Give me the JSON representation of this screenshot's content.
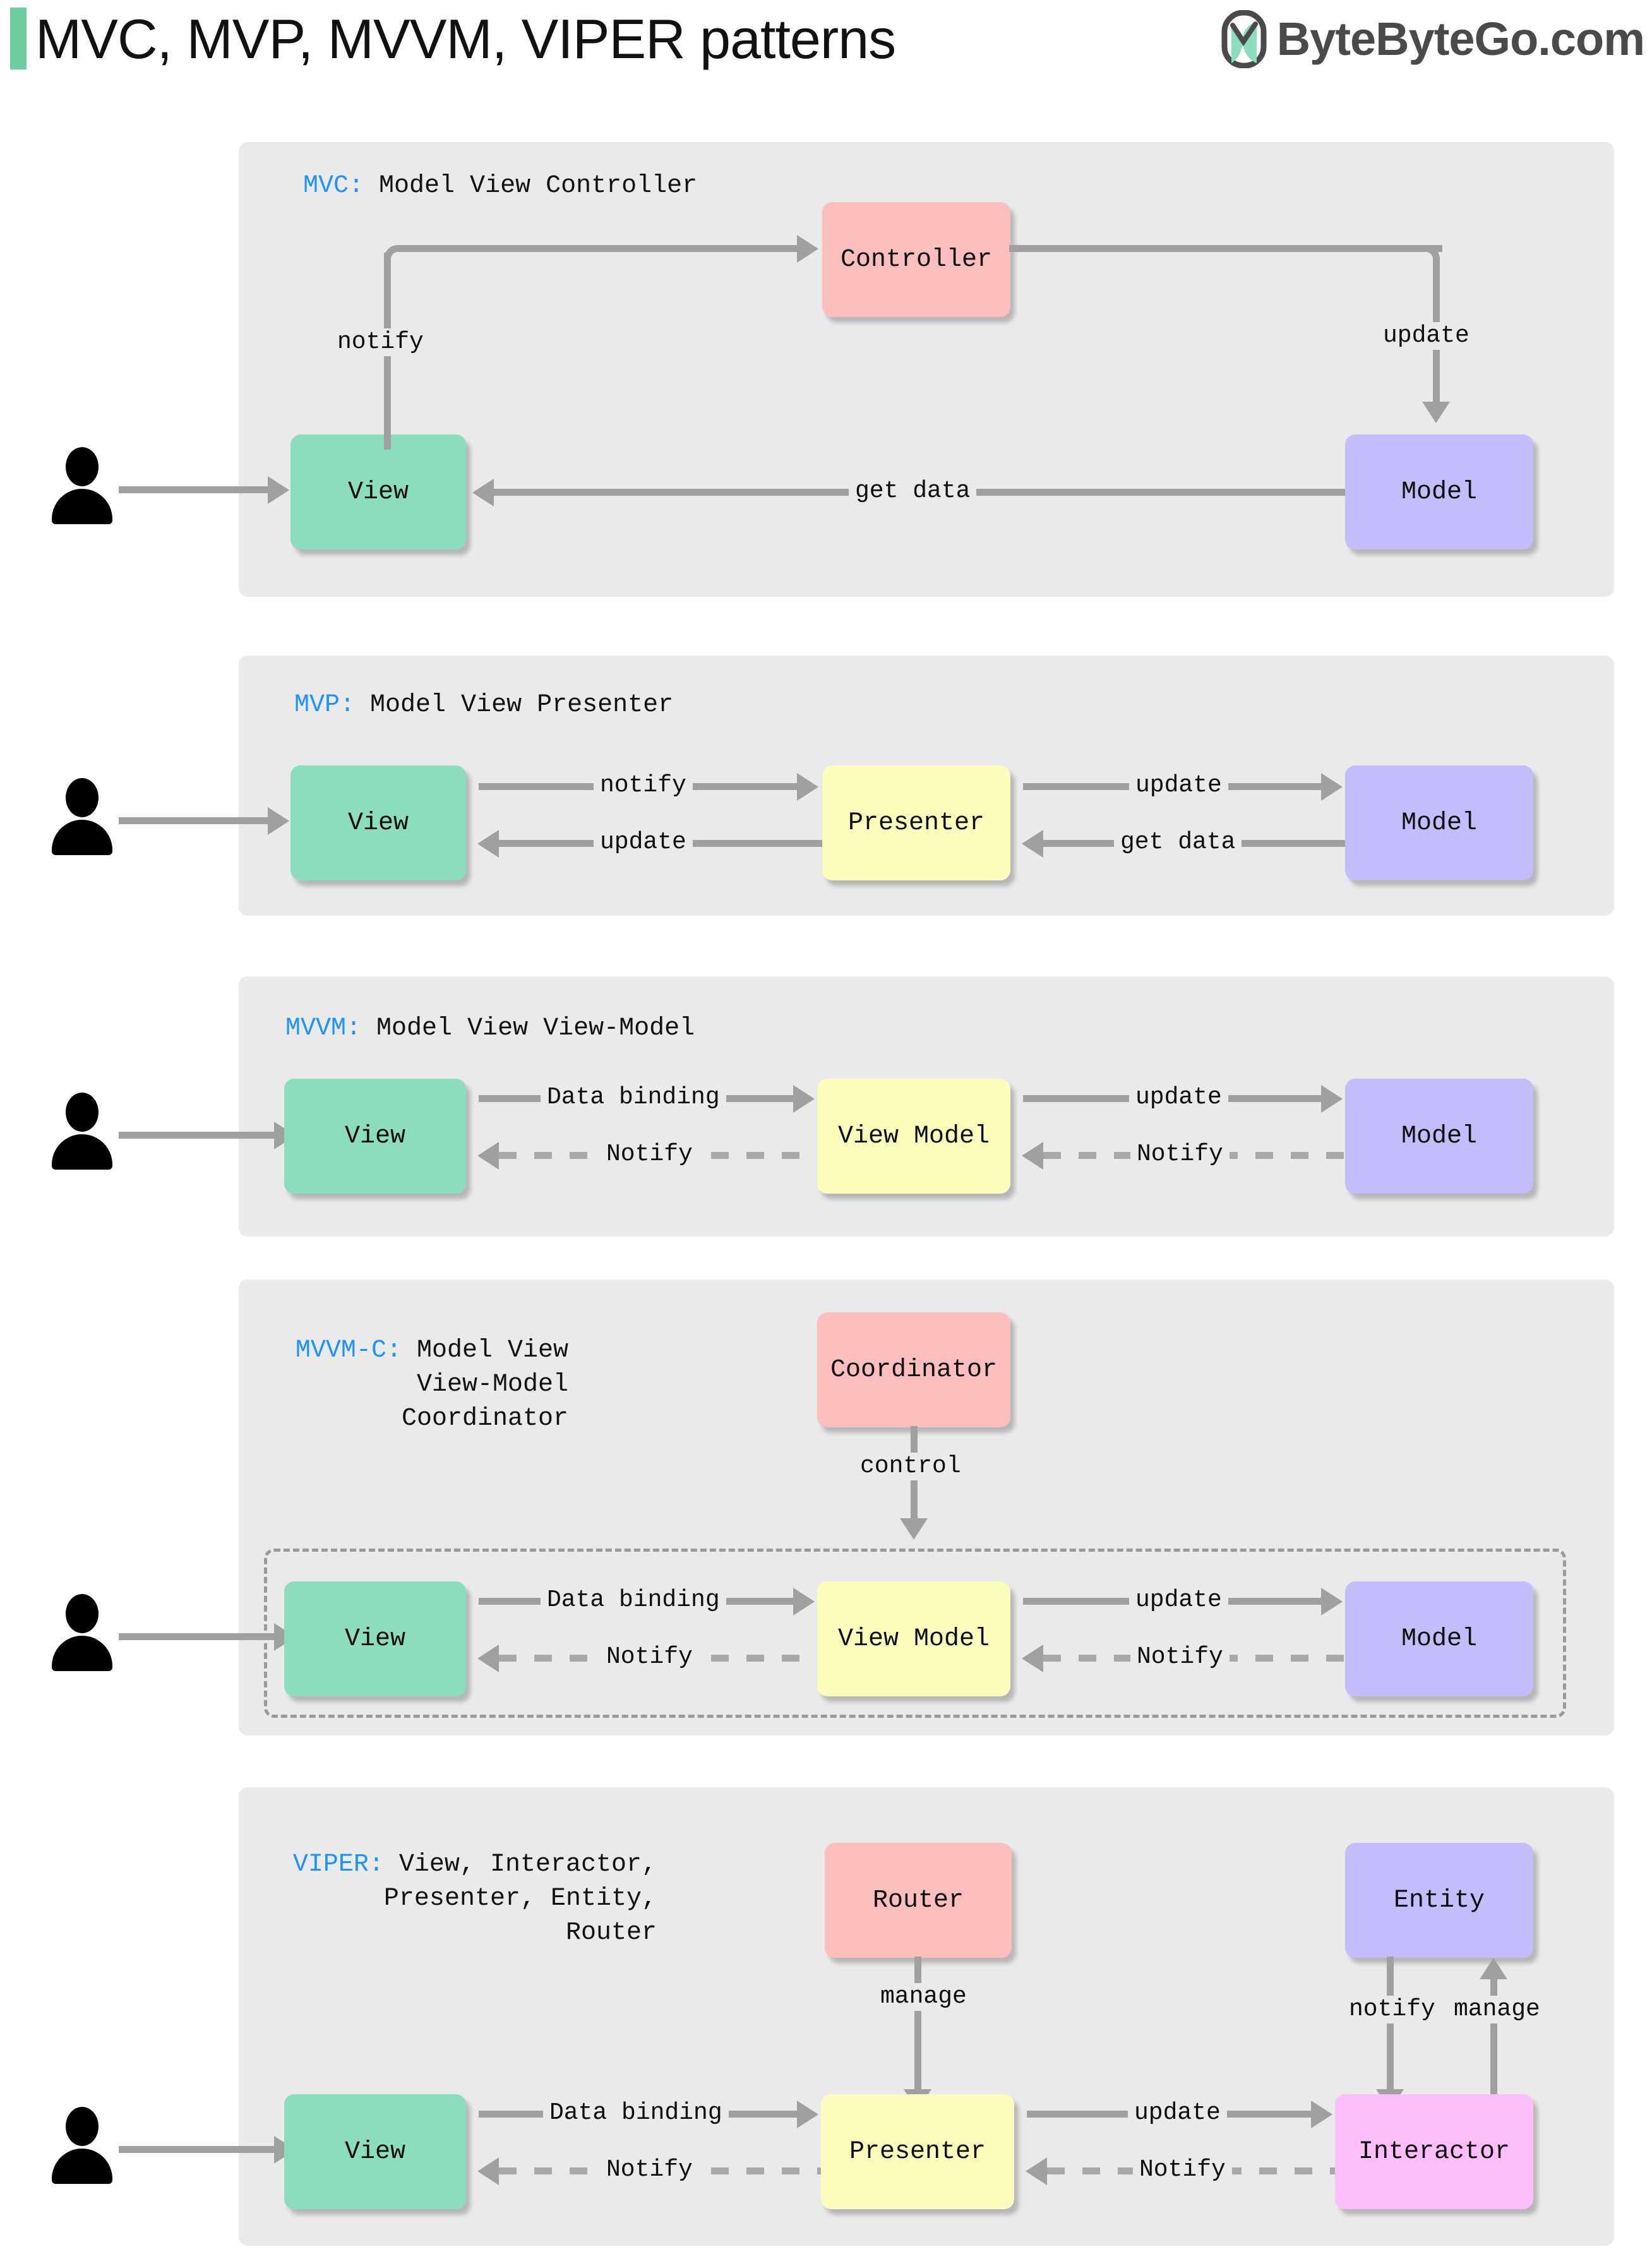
{
  "header": {
    "title": "MVC, MVP, MVVM, VIPER patterns",
    "brand": "ByteByteGo.com",
    "accent_color": "#6ECCA0"
  },
  "colors": {
    "panel_bg": "#EAEAEA",
    "view": "#8BDDBC",
    "model": "#C3BDFB",
    "controller": "#FCBDBD",
    "presenter": "#FCFCBD",
    "interactor": "#FCBDFA",
    "connector": "#A0A0A0",
    "key_text": "#1E90FF"
  },
  "sections": [
    {
      "id": "mvc",
      "key": "MVC:",
      "title_lines": [
        "Model View Controller"
      ],
      "nodes": {
        "view": "View",
        "controller": "Controller",
        "model": "Model"
      },
      "edges": {
        "notify": "notify",
        "update": "update",
        "get_data": "get data"
      }
    },
    {
      "id": "mvp",
      "key": "MVP:",
      "title_lines": [
        "Model View Presenter"
      ],
      "nodes": {
        "view": "View",
        "presenter": "Presenter",
        "model": "Model"
      },
      "edges": {
        "notify": "notify",
        "update_back": "update",
        "update": "update",
        "get_data": "get data"
      }
    },
    {
      "id": "mvvm",
      "key": "MVVM:",
      "title_lines": [
        "Model View View-Model"
      ],
      "nodes": {
        "view": "View",
        "view_model": "View Model",
        "model": "Model"
      },
      "edges": {
        "data_binding": "Data binding",
        "notify_left": "Notify",
        "update": "update",
        "notify_right": "Notify"
      }
    },
    {
      "id": "mvvm-c",
      "key": "MVVM-C:",
      "title_lines": [
        "Model View",
        "View-Model",
        "Coordinator"
      ],
      "nodes": {
        "coordinator": "Coordinator",
        "view": "View",
        "view_model": "View Model",
        "model": "Model"
      },
      "edges": {
        "control": "control",
        "data_binding": "Data binding",
        "notify_left": "Notify",
        "update": "update",
        "notify_right": "Notify"
      }
    },
    {
      "id": "viper",
      "key": "VIPER:",
      "title_lines": [
        "View, Interactor,",
        "Presenter, Entity,",
        "Router"
      ],
      "nodes": {
        "router": "Router",
        "entity": "Entity",
        "view": "View",
        "presenter": "Presenter",
        "interactor": "Interactor"
      },
      "edges": {
        "manage_router": "manage",
        "notify_entity": "notify",
        "manage_entity": "manage",
        "data_binding": "Data binding",
        "notify_left": "Notify",
        "update": "update",
        "notify_right": "Notify"
      }
    }
  ]
}
